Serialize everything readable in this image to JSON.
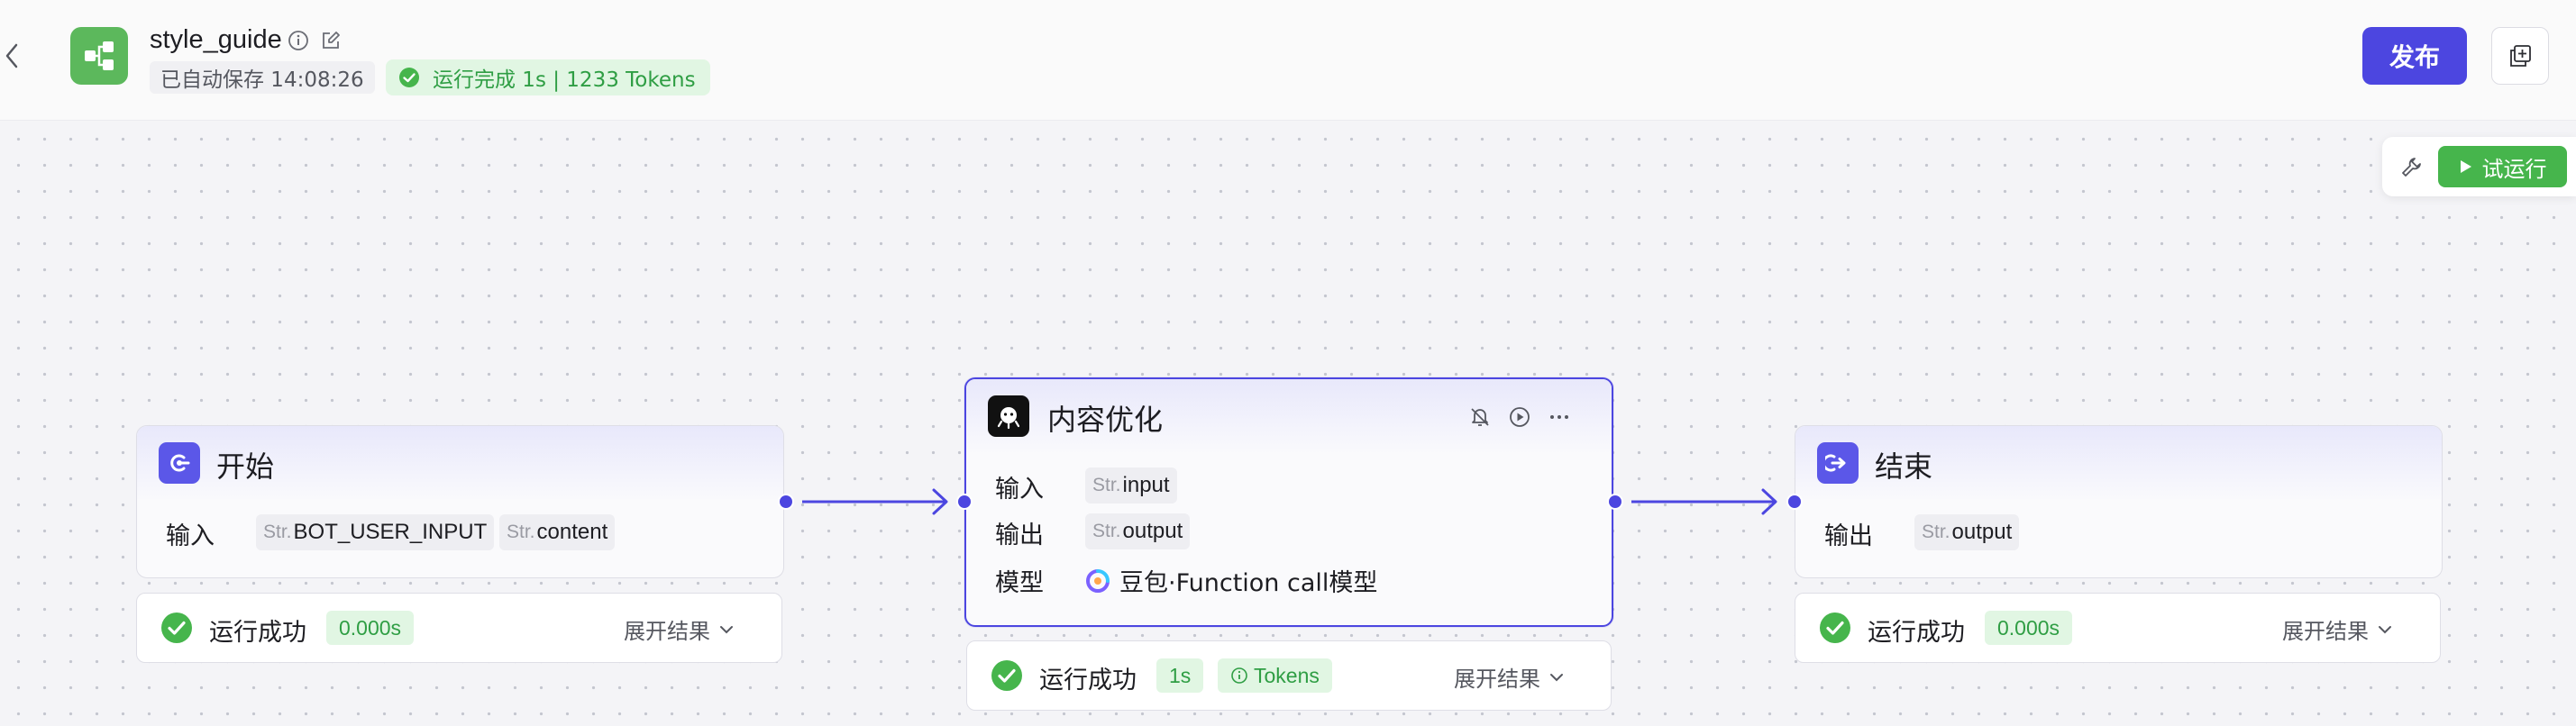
{
  "header": {
    "back_label": "",
    "title": "style_guide",
    "autosave": "已自动保存 14:08:26",
    "run_status": "运行完成 1s | 1233 Tokens",
    "publish_label": "发布"
  },
  "toolbar": {
    "test_run_label": "试运行"
  },
  "nodes": {
    "start": {
      "title": "开始",
      "input_label": "输入",
      "inputs": [
        {
          "type": "Str.",
          "name": "BOT_USER_INPUT"
        },
        {
          "type": "Str.",
          "name": "content"
        }
      ],
      "result": {
        "status": "运行成功",
        "duration": "0.000s",
        "expand": "展开结果"
      }
    },
    "llm": {
      "title": "内容优化",
      "input_label": "输入",
      "output_label": "输出",
      "model_label": "模型",
      "input": {
        "type": "Str.",
        "name": "input"
      },
      "output": {
        "type": "Str.",
        "name": "output"
      },
      "model": "豆包·Function call模型",
      "result": {
        "status": "运行成功",
        "duration": "1s",
        "tokens": "Tokens",
        "expand": "展开结果"
      }
    },
    "end": {
      "title": "结束",
      "output_label": "输出",
      "output": {
        "type": "Str.",
        "name": "output"
      },
      "result": {
        "status": "运行成功",
        "duration": "0.000s",
        "expand": "展开结果"
      }
    }
  },
  "colors": {
    "accent": "#4c46e0",
    "success": "#46b54c",
    "success_text": "#2f9e44",
    "success_bg": "#e1f6e3",
    "app_logo": "#5cb85c"
  }
}
